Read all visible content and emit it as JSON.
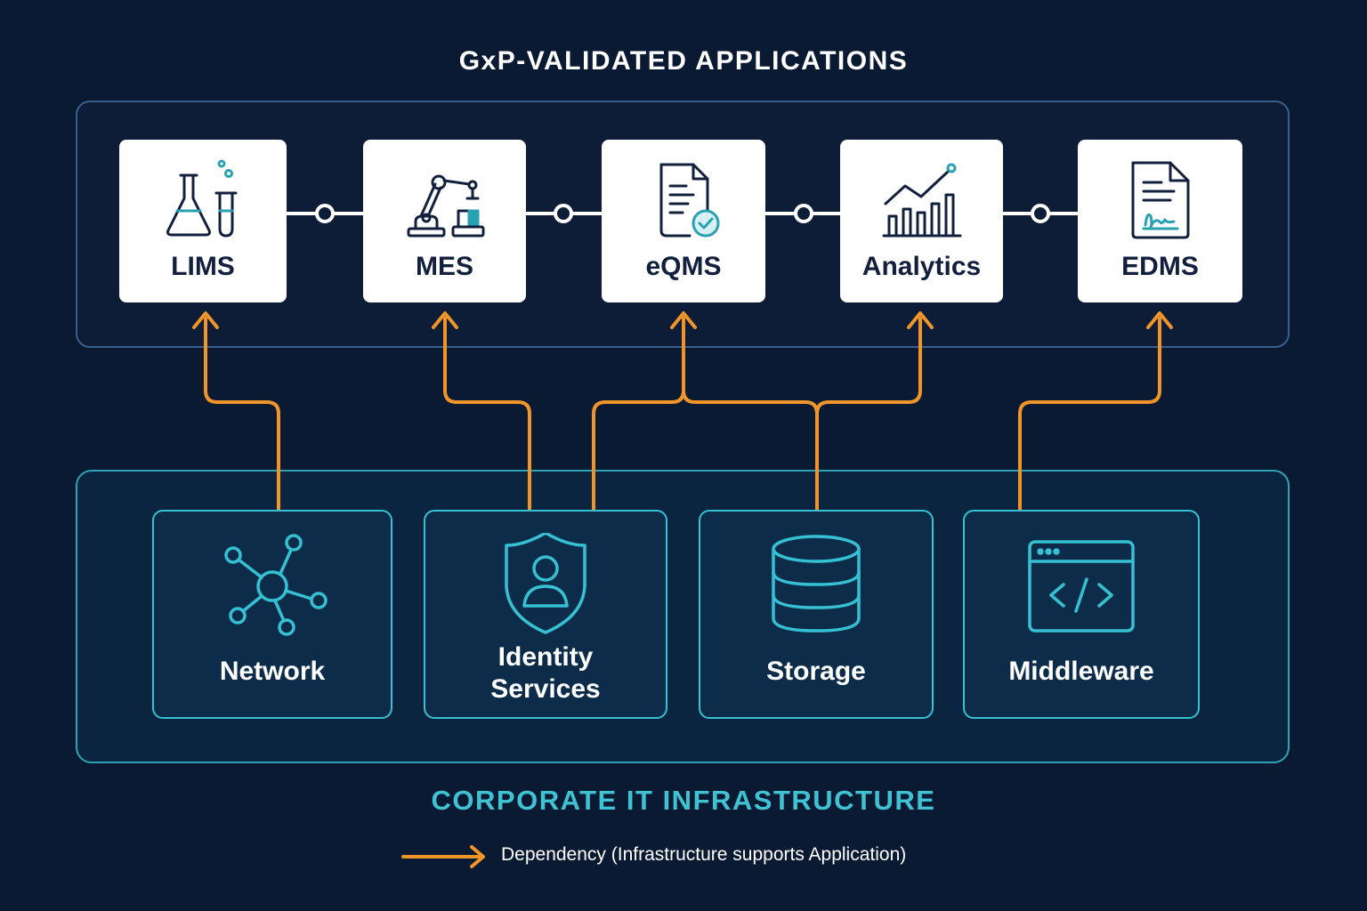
{
  "header": {
    "title": "GxP-VALIDATED APPLICATIONS"
  },
  "applications": [
    {
      "label": "LIMS",
      "icon": "lab-flask-icon"
    },
    {
      "label": "MES",
      "icon": "robot-arm-icon"
    },
    {
      "label": "eQMS",
      "icon": "document-check-icon"
    },
    {
      "label": "Analytics",
      "icon": "chart-trend-icon"
    },
    {
      "label": "EDMS",
      "icon": "signed-document-icon"
    }
  ],
  "infrastructure": [
    {
      "label": "Network",
      "icon": "network-hub-icon"
    },
    {
      "label_line1": "Identity",
      "label_line2": "Services",
      "icon": "shield-user-icon"
    },
    {
      "label": "Storage",
      "icon": "database-icon"
    },
    {
      "label": "Middleware",
      "icon": "code-window-icon"
    }
  ],
  "footer": {
    "title": "CORPORATE IT INFRASTRUCTURE"
  },
  "legend": {
    "text": "Dependency (Infrastructure supports Application)"
  },
  "colors": {
    "background": "#0b1a33",
    "app_border": "#3a5f8c",
    "infra_accent": "#35c1d3",
    "dependency_arrow": "#f0952a",
    "app_icon_teal": "#2aa1b3"
  }
}
